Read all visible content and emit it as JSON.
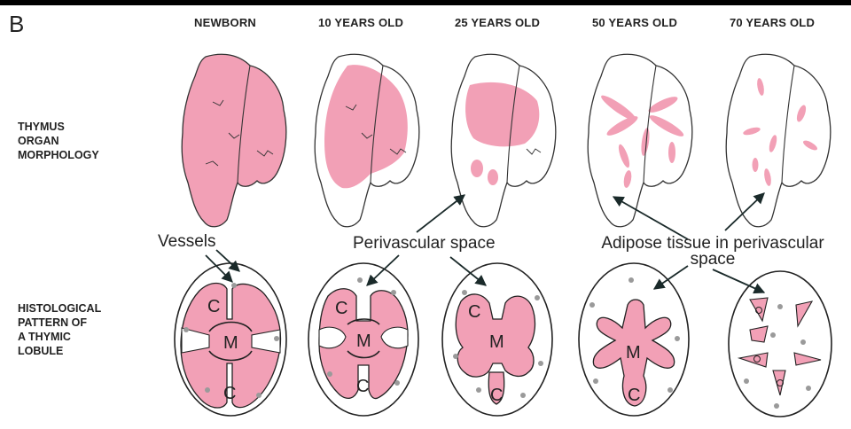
{
  "panel_letter": "B",
  "columns": [
    {
      "label": "NEWBORN"
    },
    {
      "label": "10 YEARS OLD"
    },
    {
      "label": "25 YEARS OLD"
    },
    {
      "label": "50 YEARS OLD"
    },
    {
      "label": "70 YEARS OLD"
    }
  ],
  "rows": {
    "organ": [
      "THYMUS",
      "ORGAN",
      "MORPHOLOGY"
    ],
    "lobule": [
      "HISTOLOGICAL",
      "PATTERN OF",
      "A THYMIC",
      "LOBULE"
    ]
  },
  "callouts": {
    "vessels": "Vessels",
    "perivascular": "Perivascular space",
    "adipose_line1": "Adipose tissue in perivascular",
    "adipose_line2": "space"
  },
  "lobule_labels": {
    "cortex": "C",
    "medulla": "M"
  },
  "colors": {
    "tissue_pink": "#f2a0b6",
    "outline": "#333333",
    "vessel_grey": "#9a9a9a"
  }
}
